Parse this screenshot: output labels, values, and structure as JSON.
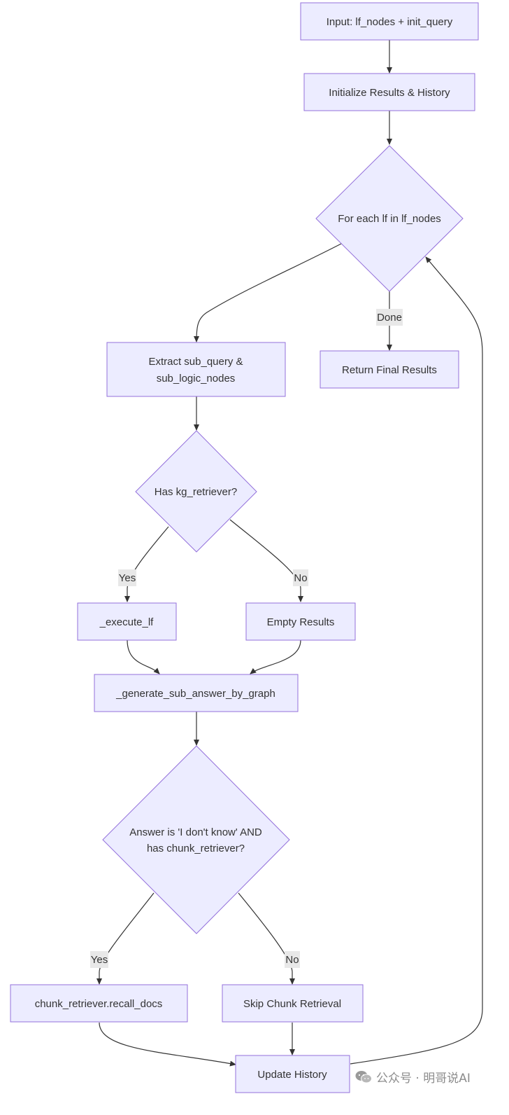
{
  "nodes": {
    "input": "Input: lf_nodes + init_query",
    "init": "Initialize Results & History",
    "for_each": "For each lf in lf_nodes",
    "extract_line1": "Extract sub_query &",
    "extract_line2": "sub_logic_nodes",
    "return_final": "Return Final Results",
    "has_kg": "Has kg_retriever?",
    "execute_lf": "_execute_lf",
    "empty_results": "Empty Results",
    "generate": "_generate_sub_answer_by_graph",
    "answer_line1": "Answer is 'I don't know' AND",
    "answer_line2": "has chunk_retriever?",
    "recall_docs": "chunk_retriever.recall_docs",
    "skip_chunk": "Skip Chunk Retrieval",
    "update_history": "Update History"
  },
  "edge_labels": {
    "done": "Done",
    "kg_yes": "Yes",
    "kg_no": "No",
    "answer_yes": "Yes",
    "answer_no": "No"
  },
  "watermark": {
    "text": "公众号 · 明哥说AI",
    "icon": "wechat-icon"
  },
  "colors": {
    "node_fill": "#ECECFF",
    "node_stroke": "#9370DB",
    "edge": "#333333",
    "label_bg": "#E8E8E8"
  }
}
